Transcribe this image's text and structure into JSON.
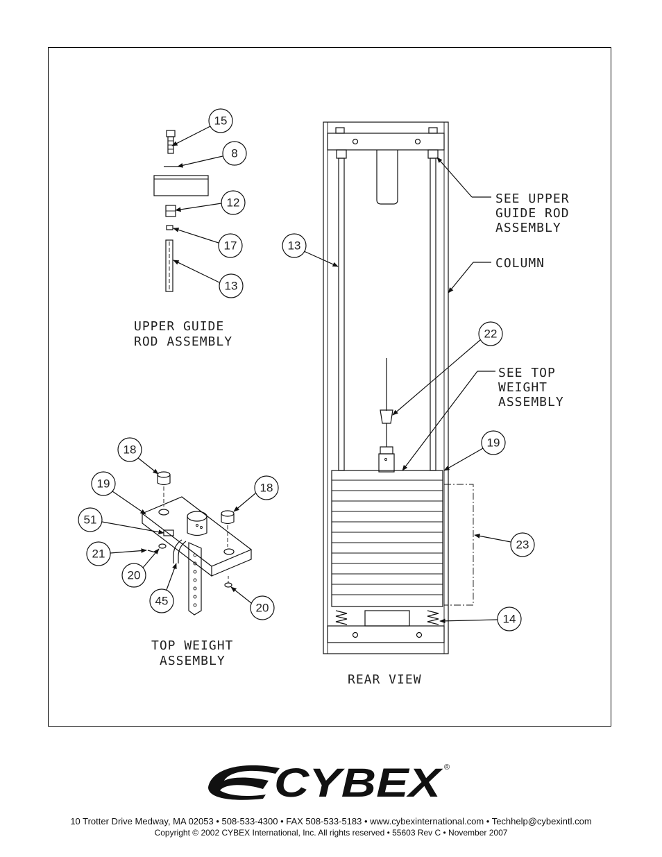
{
  "labels": {
    "see_upper": [
      "SEE UPPER",
      "GUIDE ROD",
      "ASSEMBLY"
    ],
    "column": "COLUMN",
    "see_top": [
      "SEE TOP",
      "WEIGHT",
      "ASSEMBLY"
    ],
    "upper_guide_title": [
      "UPPER GUIDE",
      "ROD ASSEMBLY"
    ],
    "top_weight_title": [
      "TOP WEIGHT",
      "ASSEMBLY"
    ],
    "rear_view": "REAR VIEW"
  },
  "callouts": {
    "upper": [
      "15",
      "8",
      "12",
      "17",
      "13"
    ],
    "rear": [
      "13",
      "22",
      "19",
      "23",
      "14"
    ],
    "top_weight": [
      "18",
      "19",
      "18",
      "51",
      "21",
      "20",
      "45",
      "20"
    ]
  },
  "logo": {
    "text": "CYBEX",
    "registered": "®"
  },
  "footer": {
    "address": "10 Trotter Drive Medway, MA 02053 • 508-533-4300 • FAX 508-533-5183 • www.cybexinternational.com • Techhelp@cybexintl.com",
    "copyright": "Copyright © 2002 CYBEX International, Inc. All rights reserved • 55603 Rev C • November 2007"
  }
}
